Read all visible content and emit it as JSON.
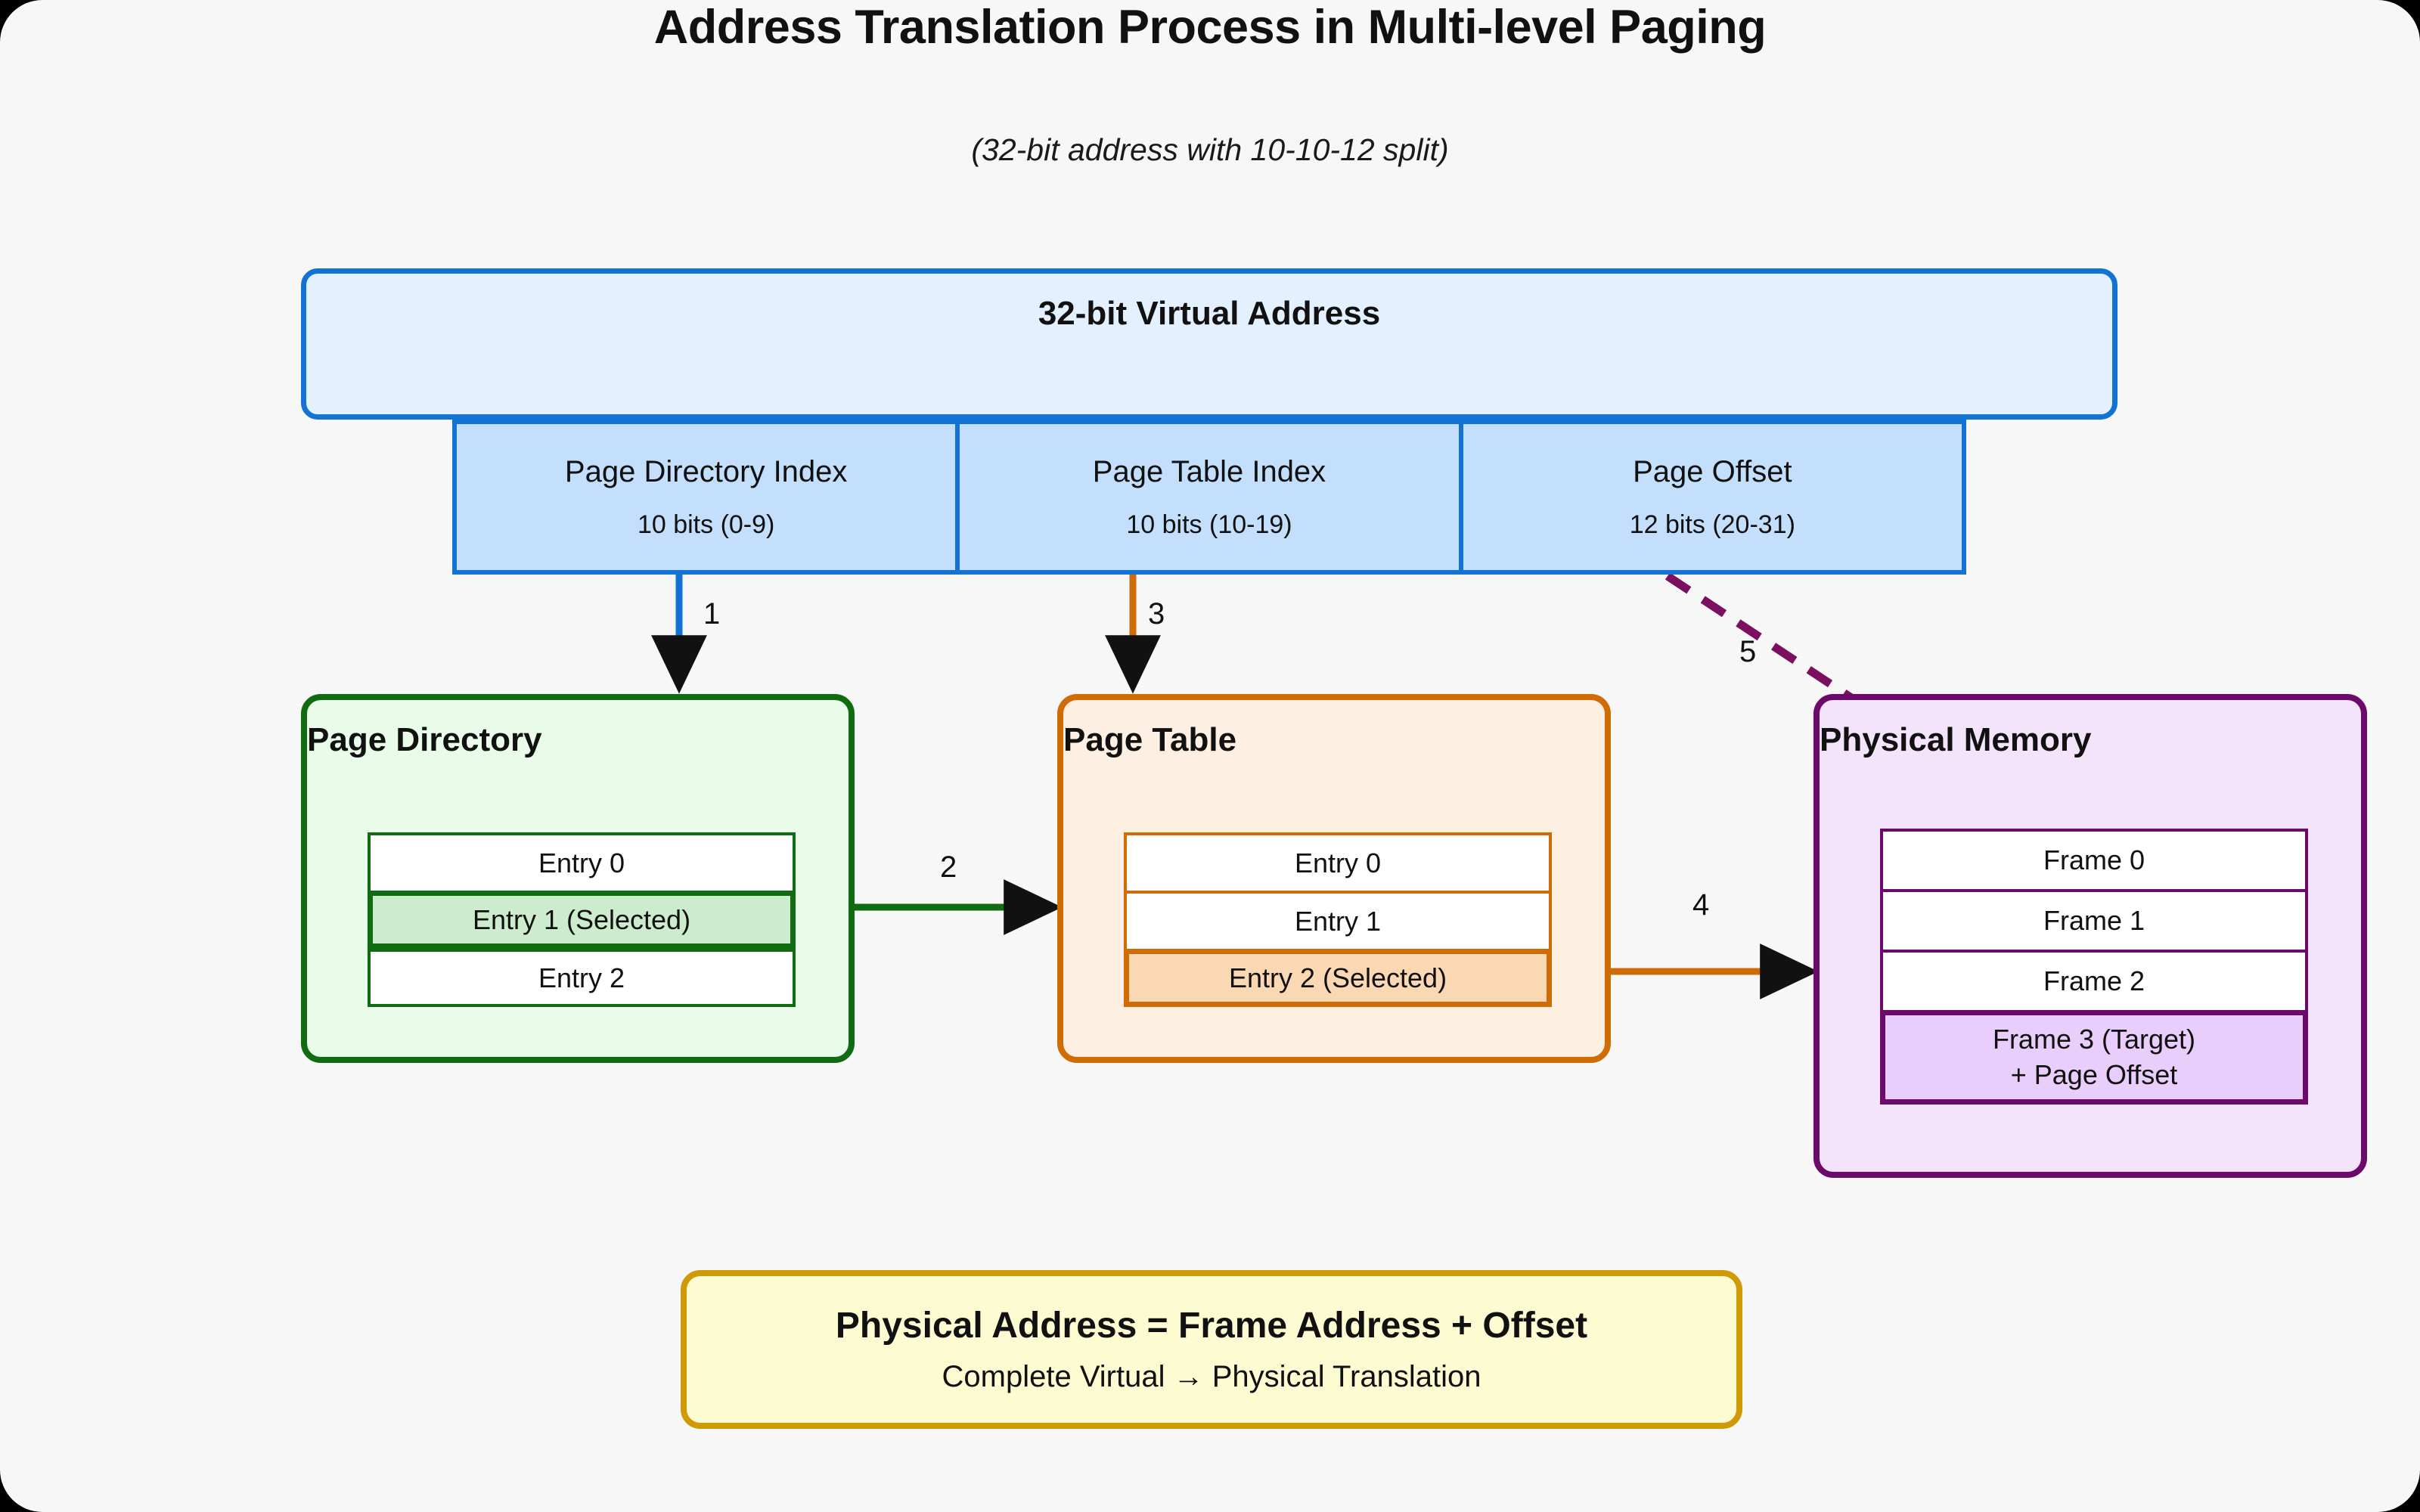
{
  "header": {
    "title": "Address Translation Process in Multi-level Paging",
    "subtitle": "(32-bit address with 10-10-12 split)"
  },
  "virtual_address": {
    "label": "32-bit Virtual Address",
    "segments": [
      {
        "name": "Page Directory Index",
        "bits": "10 bits (0-9)"
      },
      {
        "name": "Page Table Index",
        "bits": "10 bits (10-19)"
      },
      {
        "name": "Page Offset",
        "bits": "12 bits (20-31)"
      }
    ]
  },
  "page_directory": {
    "title": "Page Directory",
    "entries": [
      {
        "label": "Entry 0",
        "selected": false
      },
      {
        "label": "Entry 1 (Selected)",
        "selected": true
      },
      {
        "label": "Entry 2",
        "selected": false
      }
    ]
  },
  "page_table": {
    "title": "Page Table",
    "entries": [
      {
        "label": "Entry 0",
        "selected": false
      },
      {
        "label": "Entry 1",
        "selected": false
      },
      {
        "label": "Entry 2 (Selected)",
        "selected": true
      }
    ]
  },
  "physical_memory": {
    "title": "Physical Memory",
    "frames": [
      {
        "label": "Frame 0",
        "selected": false
      },
      {
        "label": "Frame 1",
        "selected": false
      },
      {
        "label": "Frame 2",
        "selected": false
      },
      {
        "label": "Frame 3 (Target)",
        "label2": "+ Page Offset",
        "selected": true
      }
    ]
  },
  "formula": {
    "line1": "Physical Address = Frame Address + Offset",
    "line2": "Complete Virtual → Physical Translation"
  },
  "steps": {
    "s1": "1",
    "s2": "2",
    "s3": "3",
    "s4": "4",
    "s5": "5"
  },
  "colors": {
    "background": "#f7f7f7",
    "blue": "#1273d3",
    "blue_fill": "#e3f0fd",
    "blue_seg_fill": "#c3dffb",
    "green": "#116b11",
    "green_fill": "#e9fbe9",
    "green_sel": "#cdeccd",
    "orange": "#cf6c06",
    "orange_fill": "#fdf0e3",
    "orange_sel": "#fbd8b4",
    "purple": "#6b0a6b",
    "purple_fill": "#f4e4fb",
    "purple_sel": "#e9cdfb",
    "yellow": "#cf9a06",
    "yellow_fill": "#fcfbd2"
  }
}
